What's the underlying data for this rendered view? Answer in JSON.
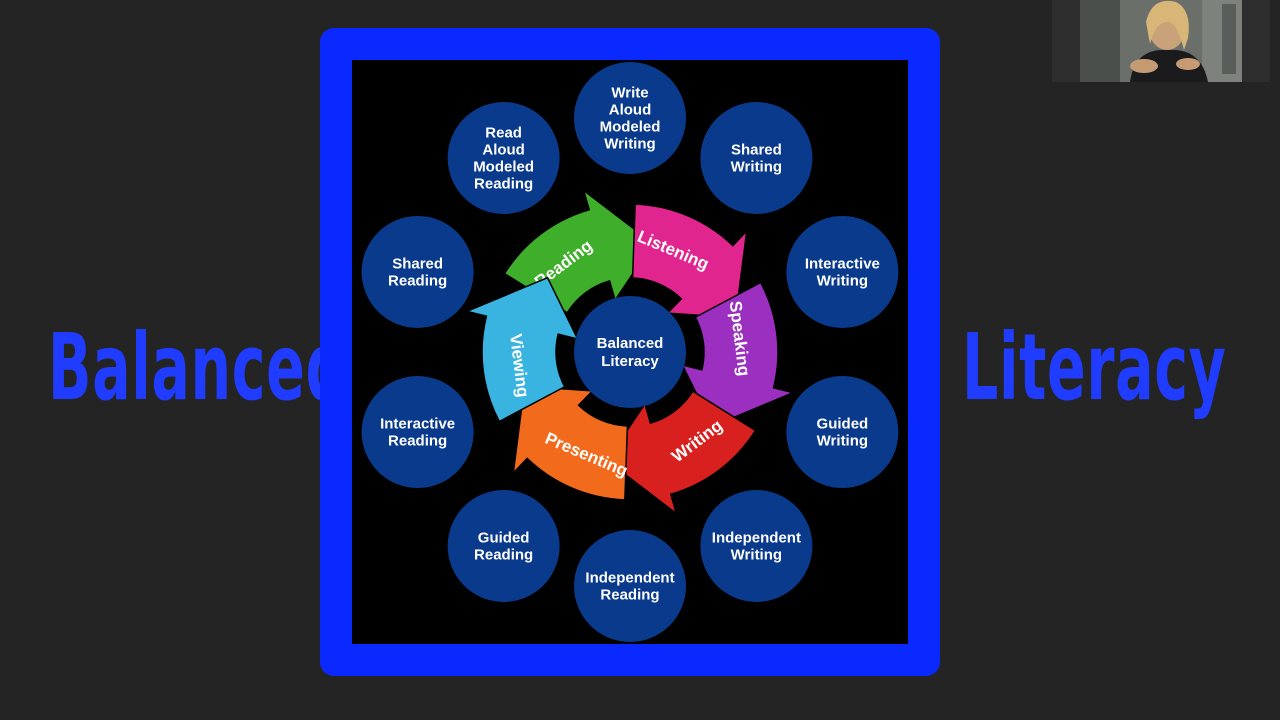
{
  "slide": {
    "left_word": "Balanced",
    "right_word": "Literacy"
  },
  "diagram": {
    "center_label": "Balanced\nLiteracy",
    "arrows": [
      {
        "label": "Reading",
        "color": "#3fae2a"
      },
      {
        "label": "Listening",
        "color": "#e0268e"
      },
      {
        "label": "Speaking",
        "color": "#9b2fbf"
      },
      {
        "label": "Writing",
        "color": "#d8201e"
      },
      {
        "label": "Presenting",
        "color": "#f26a1b"
      },
      {
        "label": "Viewing",
        "color": "#39b3e0"
      }
    ],
    "circles": [
      {
        "label": "Write\nAloud\nModeled\nWriting"
      },
      {
        "label": "Shared\nWriting"
      },
      {
        "label": "Interactive\nWriting"
      },
      {
        "label": "Guided\nWriting"
      },
      {
        "label": "Independent\nWriting"
      },
      {
        "label": "Independent\nReading"
      },
      {
        "label": "Guided\nReading"
      },
      {
        "label": "Interactive\nReading"
      },
      {
        "label": "Shared\nReading"
      },
      {
        "label": "Read\nAloud\nModeled\nReading"
      }
    ],
    "colors": {
      "circle_fill": "#0a3a8c",
      "center_fill": "#0a3a8c",
      "frame": "#0a29ff",
      "text": "#ffffff"
    }
  },
  "webcam": {
    "icon": "person-video-icon"
  }
}
